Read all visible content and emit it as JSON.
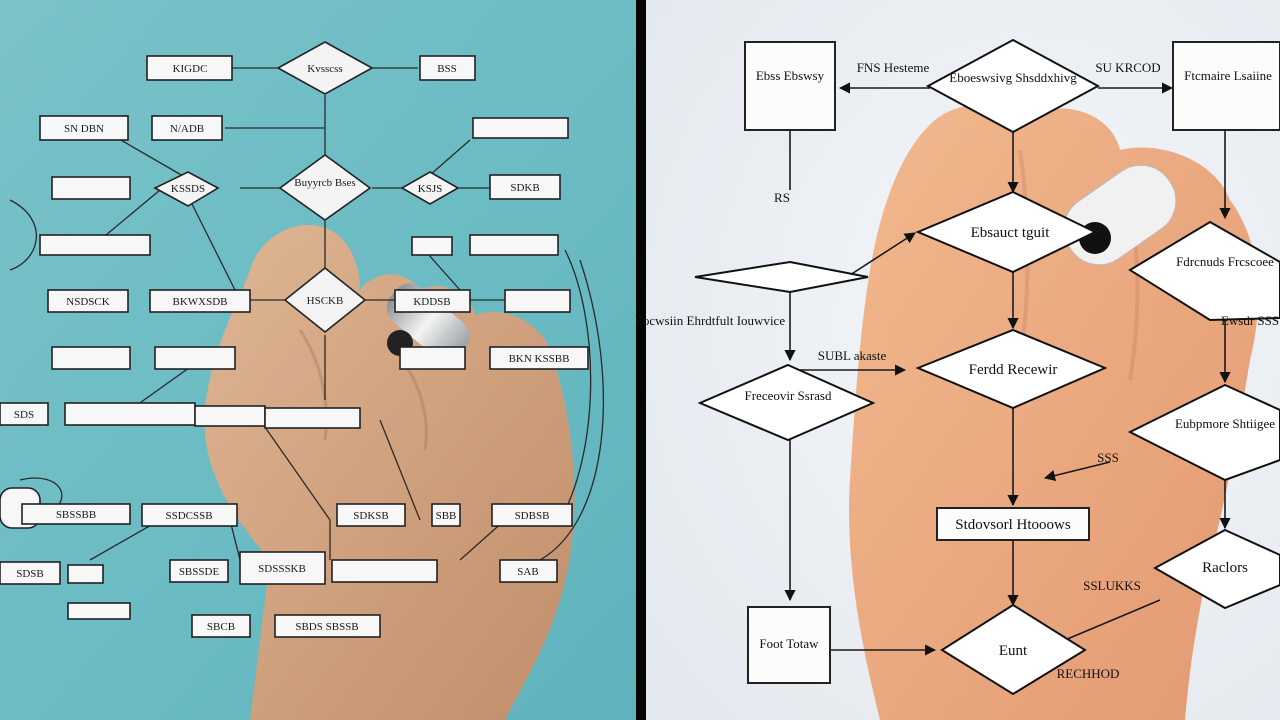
{
  "left_panel": {
    "labels": {
      "top_left_box": "KIGDC",
      "top_center_diamond": "Kvsscss",
      "top_right_box": "BSS",
      "mid_left_box": "SN DBN",
      "mid_box_2": "N/ADB",
      "center_diamond": "Buyyrcb Bses",
      "left_diamond": "KSSDS",
      "right_diamond": "KSJS",
      "right_box": "SDKB",
      "hand_box_1": "BKWXSDB",
      "hand_diamond": "HSCKB",
      "right_box_2": "KDDSB",
      "right_box_3": "BKN KSSBB",
      "left_box_4": "NSDSCK",
      "bottom_box_1": "SSDCSSB",
      "bottom_box_2": "SDKSB",
      "bottom_box_3": "SBB",
      "bottom_box_4": "SDBSB",
      "bottom_box_5": "SBSSDE",
      "bottom_box_6": "SDSSSKB",
      "bottom_box_7": "SAB",
      "bottom_box_8": "SBCB",
      "bottom_box_9": "SBDS SBSSB",
      "far_left_1": "SDS",
      "far_left_2": "SBSSBB",
      "far_left_3": "SDSB"
    }
  },
  "right_panel": {
    "labels": {
      "top_left_box": "Ebss Ebswsy",
      "top_left_note": "FNS Hesteme",
      "top_diamond": "Eboeswsivg Shsddxhivg",
      "top_right_note": "SU KRCOD",
      "top_right_box": "Ftcmaire Lsaiine",
      "left_note_small": "RS",
      "mid_diamond": "Ebsauct tguit",
      "left_note_block": "Eocwsiin Ehrdtfult Iouwvice",
      "right_diamond": "Fdrcnuds Frcscoee",
      "right_note": "Ewsdr SSSSB",
      "mid_note": "SUBL akaste",
      "left_diamond_2": "Freceovir Ssrasd",
      "center_diamond_2": "Ferdd Recewir",
      "right_diamond_2": "Eubpmore Shtiigee",
      "hand_note": "SSS",
      "process_box": "Stdovsorl Htooows",
      "right_diamond_3": "Raclors",
      "right_note_2": "SSLUKKS",
      "bottom_left_box": "Foot Totaw",
      "bottom_diamond": "Eunt",
      "bottom_note": "RECHHOD"
    }
  }
}
